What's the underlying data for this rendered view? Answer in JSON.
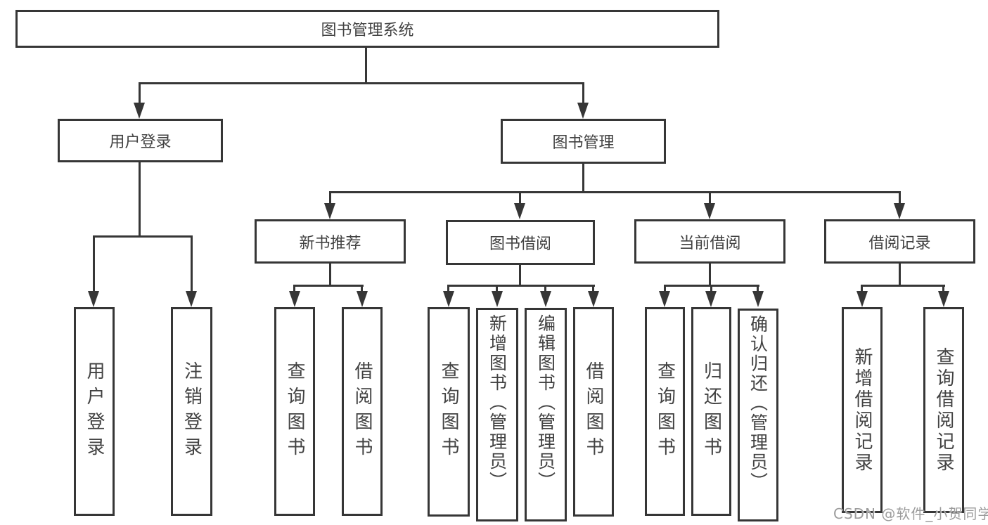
{
  "colors": {
    "line": "#363636",
    "text": "#424242",
    "background": "#ffffff",
    "watermark": "#9c9c9c"
  },
  "watermark": {
    "text": "CSDN @软件_小贺同学"
  },
  "tree": {
    "label": "图书管理系统",
    "children": [
      {
        "label": "用户登录",
        "children": [
          {
            "label": "用户登录"
          },
          {
            "label": "注销登录"
          }
        ]
      },
      {
        "label": "图书管理",
        "children": [
          {
            "label": "新书推荐",
            "children": [
              {
                "label": "查询图书"
              },
              {
                "label": "借阅图书"
              }
            ]
          },
          {
            "label": "图书借阅",
            "children": [
              {
                "label": "查询图书"
              },
              {
                "label": "新增图书（管理员）"
              },
              {
                "label": "编辑图书（管理员）"
              },
              {
                "label": "借阅图书"
              }
            ]
          },
          {
            "label": "当前借阅",
            "children": [
              {
                "label": "查询图书"
              },
              {
                "label": "归还图书"
              },
              {
                "label": "确认归还（管理员）"
              }
            ]
          },
          {
            "label": "借阅记录",
            "children": [
              {
                "label": "新增借阅记录"
              },
              {
                "label": "查询借阅记录"
              }
            ]
          }
        ]
      }
    ]
  }
}
